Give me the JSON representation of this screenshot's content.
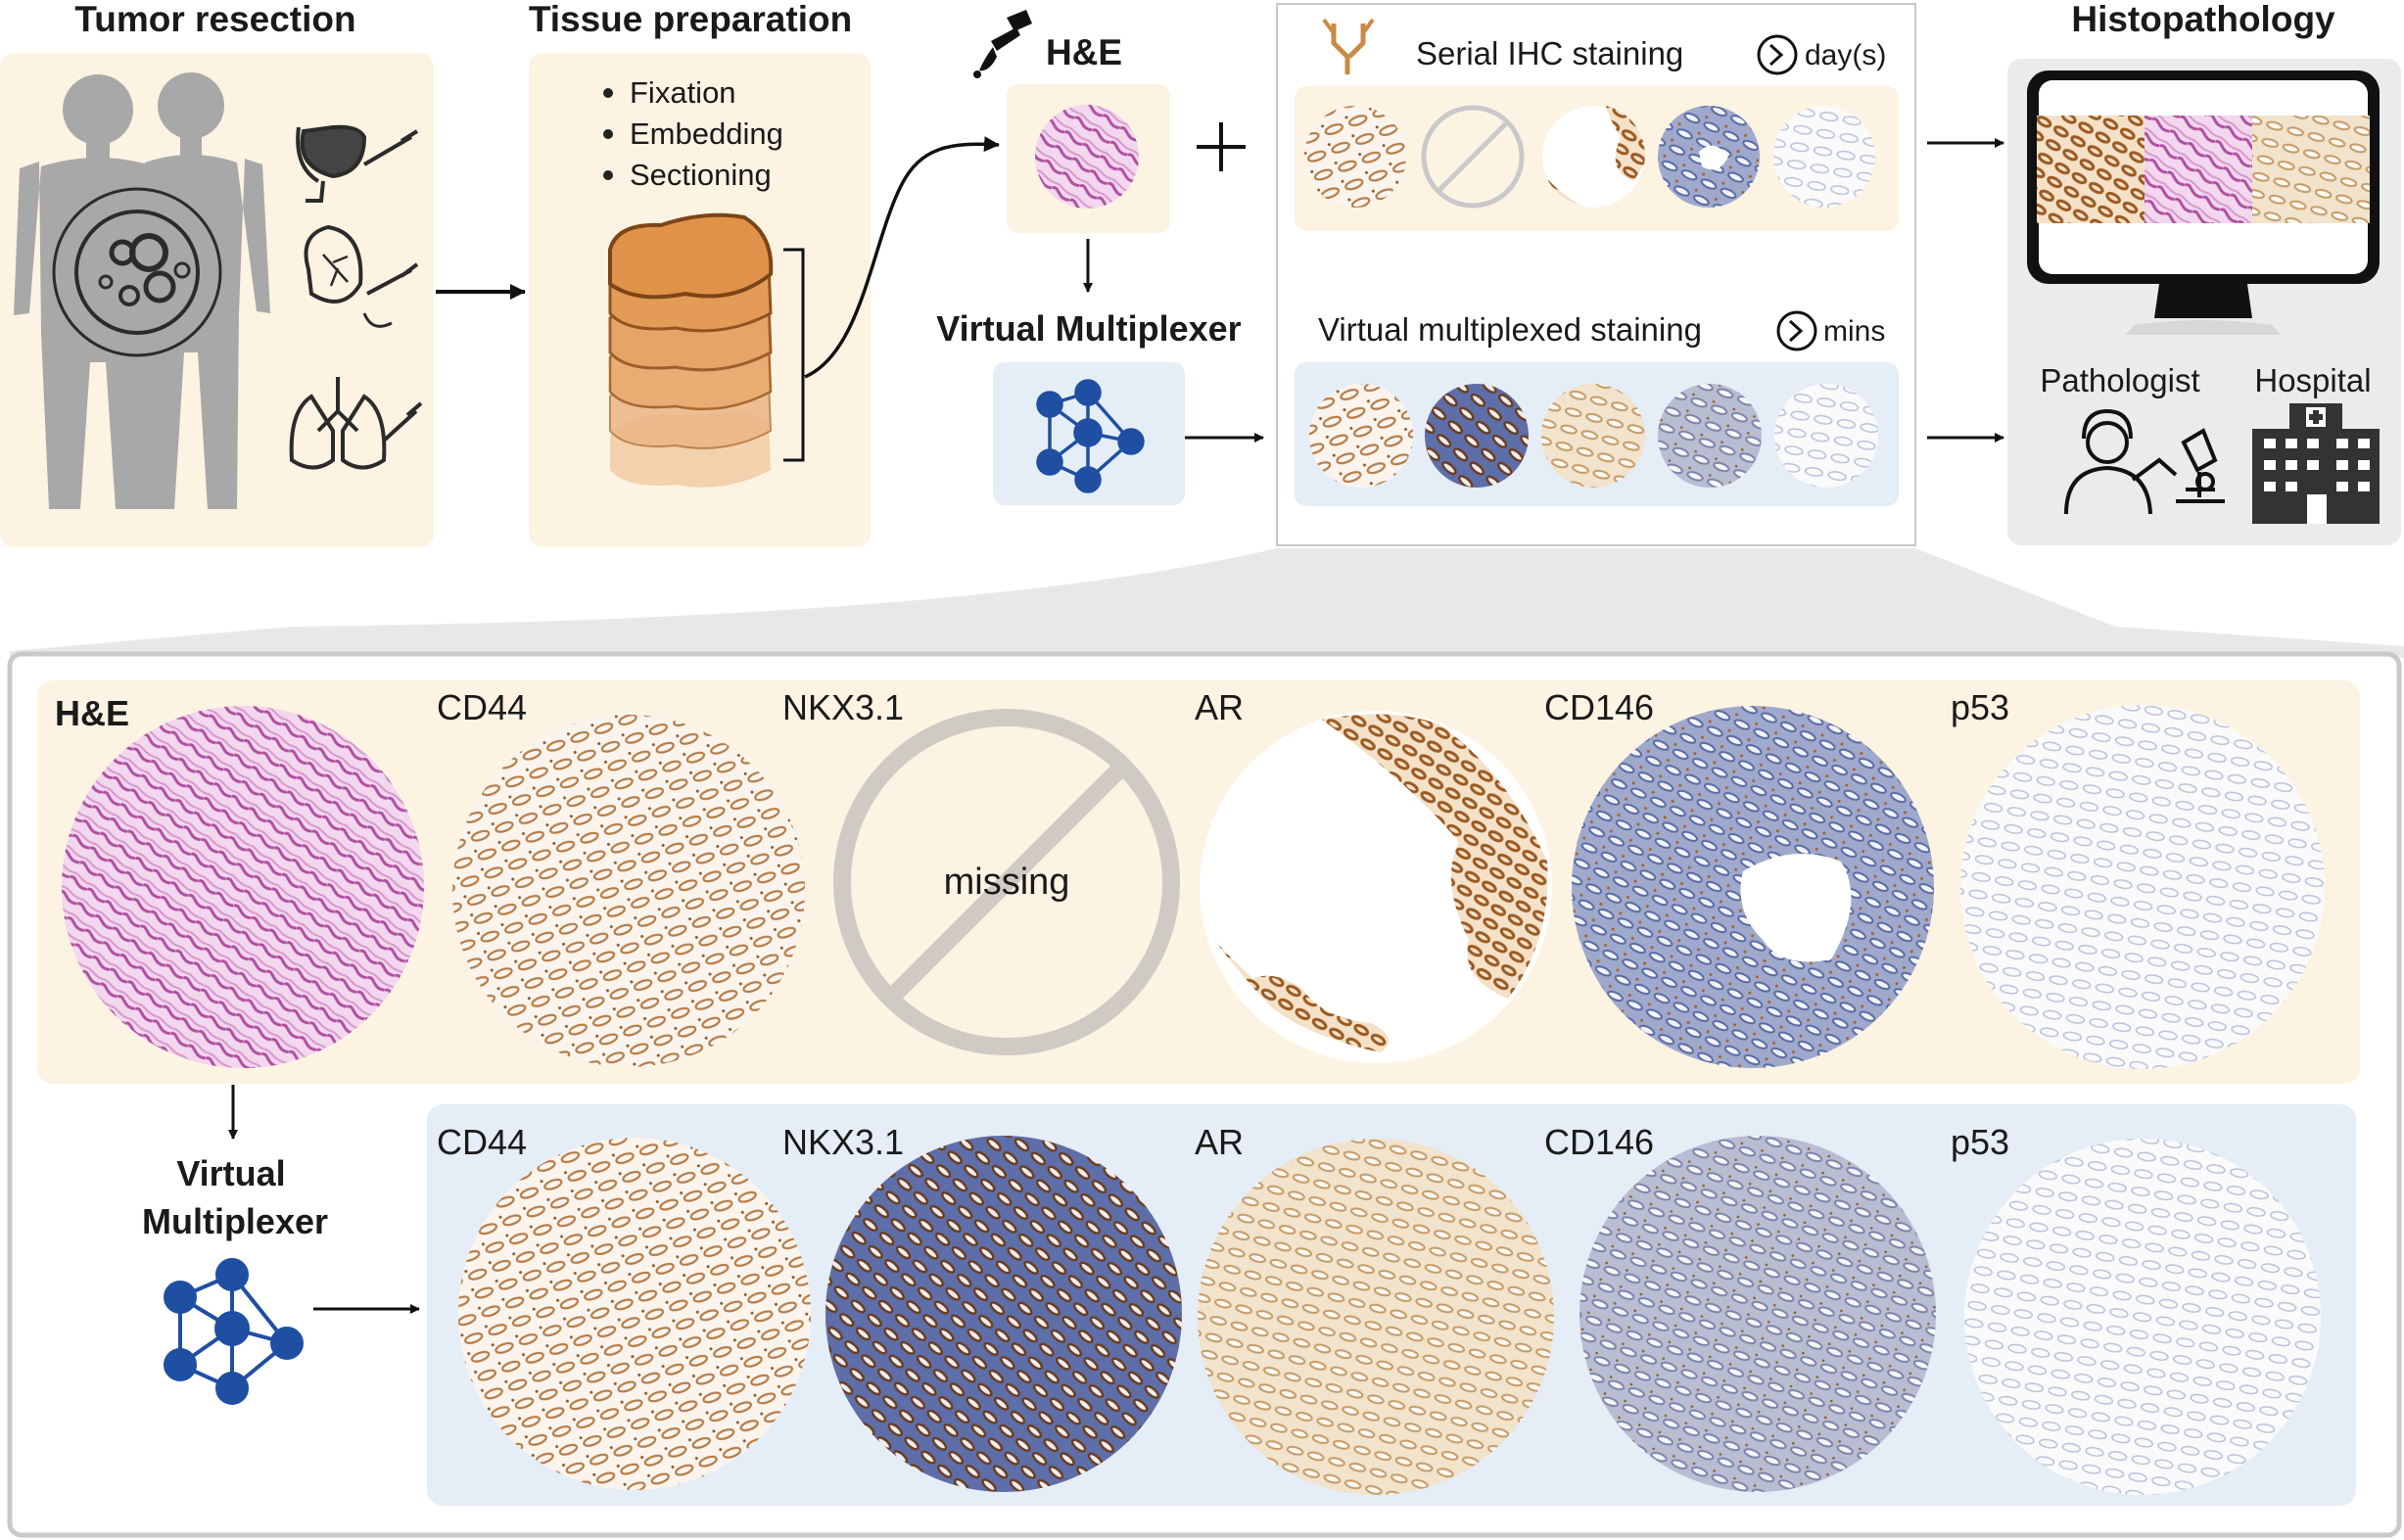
{
  "top": {
    "tumor_resection": "Tumor resection",
    "tissue_preparation": "Tissue preparation",
    "prep_steps": [
      "Fixation",
      "Embedding",
      "Sectioning"
    ],
    "he": "H&E",
    "virtual_multiplexer": "Virtual Multiplexer",
    "serial_ihc": "Serial IHC staining",
    "serial_time": "day(s)",
    "virtual_staining": "Virtual multiplexed staining",
    "virtual_time": "mins",
    "histopathology": "Histopathology",
    "pathologist": "Pathologist",
    "hospital": "Hospital"
  },
  "bottom": {
    "he": "H&E",
    "markers": [
      "CD44",
      "NKX3.1",
      "AR",
      "CD146",
      "p53"
    ],
    "missing": "missing",
    "virtual_line1": "Virtual",
    "virtual_line2": "Multiplexer"
  },
  "colors": {
    "cream_panel": "#fdf3e3",
    "blue_panel": "#e5edf6",
    "grey_panel": "#ebebeb",
    "network_blue": "#1f4fa3",
    "he_pink": "#d98ecd",
    "dab_brown": "#b9763c",
    "hematoxylin_blue": "#8596c0",
    "tissue_orange": "#e6a467"
  }
}
